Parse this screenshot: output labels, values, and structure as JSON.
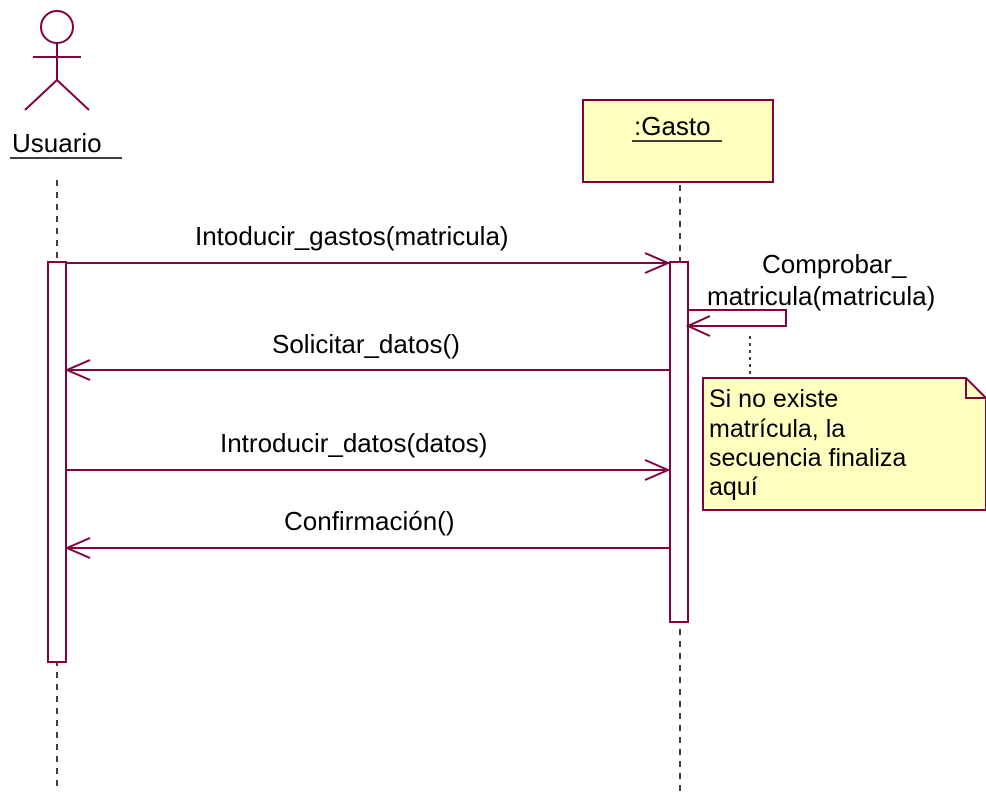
{
  "diagram": {
    "type": "uml-sequence",
    "actor": {
      "name": "Usuario"
    },
    "object": {
      "name": ":Gasto"
    },
    "messages": [
      {
        "label": "Intoducir_gastos(matricula)",
        "from": "Usuario",
        "to": ":Gasto",
        "kind": "call"
      },
      {
        "label_line1": "Comprobar_",
        "label_line2": "matricula(matricula)",
        "from": ":Gasto",
        "to": ":Gasto",
        "kind": "self"
      },
      {
        "label": "Solicitar_datos()",
        "from": ":Gasto",
        "to": "Usuario",
        "kind": "return"
      },
      {
        "label": "Introducir_datos(datos)",
        "from": "Usuario",
        "to": ":Gasto",
        "kind": "call"
      },
      {
        "label": "Confirmación()",
        "from": ":Gasto",
        "to": "Usuario",
        "kind": "return"
      }
    ],
    "note": {
      "lines": [
        "Si no existe",
        "matrícula, la",
        "secuencia finaliza",
        "aquí"
      ]
    },
    "colors": {
      "line": "#800040",
      "note_fill": "#ffffc0",
      "object_fill": "#ffffc0",
      "lifeline": "#000000"
    }
  }
}
